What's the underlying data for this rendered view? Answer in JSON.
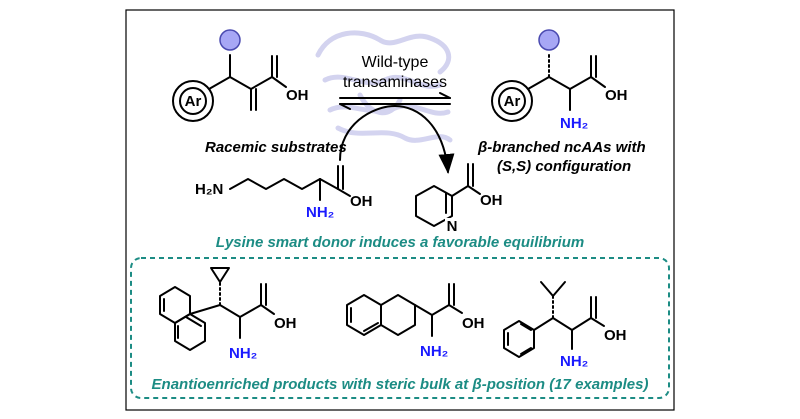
{
  "enzyme": {
    "line1": "Wild-type",
    "line2": "transaminases"
  },
  "substrate": {
    "ring_label": "Ar",
    "oh": "OH",
    "caption": "Racemic substrates"
  },
  "product": {
    "ring_label": "Ar",
    "oh": "OH",
    "nh2": "NH₂",
    "caption_line1": "β-branched ncAAs with",
    "caption_line2": "(S,S) configuration"
  },
  "lysine": {
    "h2n": "H₂N",
    "oh": "OH",
    "nh2": "NH₂"
  },
  "piperideine": {
    "oh": "OH",
    "n": "N"
  },
  "donor_caption": "Lysine smart donor induces a favorable equilibrium",
  "examples": [
    {
      "oh": "OH",
      "nh2": "NH₂"
    },
    {
      "oh": "OH",
      "nh2": "NH₂"
    },
    {
      "oh": "OH",
      "nh2": "NH₂"
    }
  ],
  "examples_caption": "Enantioenriched products with steric bulk at β-position (17 examples)",
  "colors": {
    "teal": "#1c8c84",
    "amine_blue": "#1a1aff",
    "circle_fill": "#a7a7f5",
    "circle_stroke": "#4a4ab0",
    "enzyme_ribbon": "#cfcfee"
  }
}
